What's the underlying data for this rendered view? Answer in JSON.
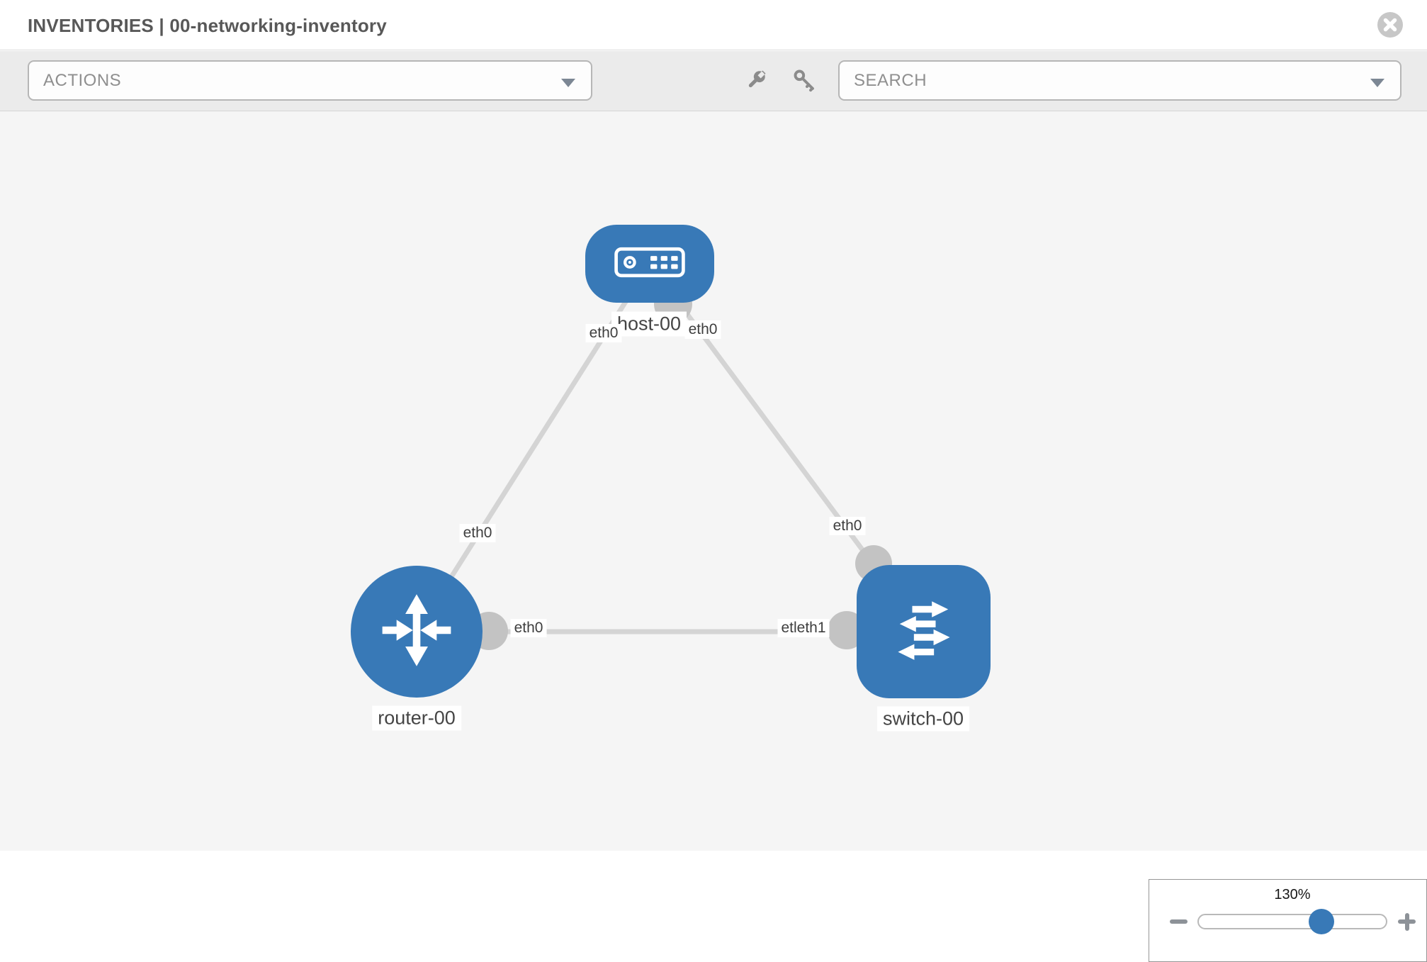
{
  "header": {
    "breadcrumb": "INVENTORIES",
    "separator": "|",
    "inventory_name": "00-networking-inventory"
  },
  "toolbar": {
    "actions_label": "ACTIONS",
    "search_placeholder": "SEARCH",
    "icons": [
      "wrench",
      "key"
    ]
  },
  "canvas": {
    "nodes": [
      {
        "id": "host-00",
        "type": "host",
        "label": "host-00"
      },
      {
        "id": "router-00",
        "type": "router",
        "label": "router-00"
      },
      {
        "id": "switch-00",
        "type": "switch",
        "label": "switch-00"
      }
    ],
    "links": [
      {
        "from": "router-00",
        "to": "host-00",
        "labels": [
          "eth0",
          "eth0"
        ]
      },
      {
        "from": "host-00",
        "to": "switch-00",
        "labels": [
          "eth0",
          "eth0"
        ]
      },
      {
        "from": "router-00",
        "to": "switch-00",
        "labels": [
          "eth0",
          "etleth1"
        ]
      }
    ]
  },
  "zoom_control": {
    "level": "130%"
  },
  "colors": {
    "node_blue": "#3879b7",
    "link_gray": "#d4d4d4",
    "connector_gray": "#c3c3c3",
    "canvas_bg": "#f5f5f5",
    "toolbar_bg": "#ebebeb"
  }
}
